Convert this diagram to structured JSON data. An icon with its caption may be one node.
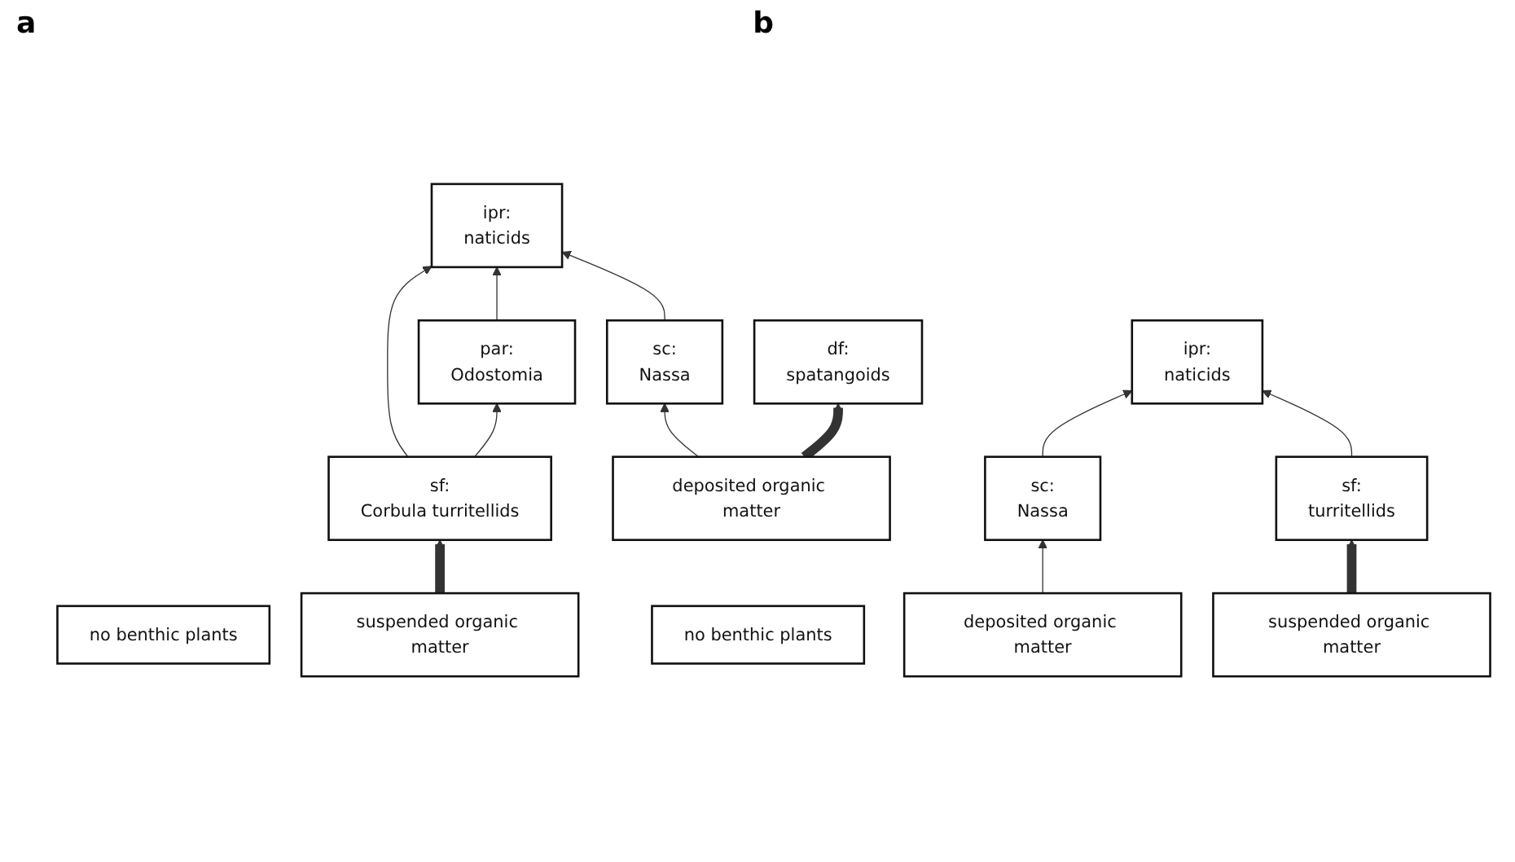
{
  "diagram": {
    "nodes": [
      {
        "text": [
          "ipr:",
          "naticids"
        ]
      },
      {
        "text": [
          "sc:",
          "Nassa"
        ]
      },
      {
        "text": [
          "par:",
          "Odostomia"
        ]
      },
      {
        "text": [
          "df:",
          "spatangoids"
        ]
      },
      {
        "text": [
          "sf:",
          "Corbula turritellids"
        ]
      },
      {
        "text": [
          "no benthic plants"
        ]
      },
      {
        "text": [
          "deposited organic matter"
        ]
      },
      {
        "text": [
          "suspended organic matter"
        ]
      },
      {
        "text": [
          "ipr:",
          "naticids"
        ]
      },
      {
        "text": [
          "sc:",
          "Nassa"
        ]
      },
      {
        "text": [
          "sf:",
          "turritellids"
        ]
      },
      {
        "text": [
          "no benthic plants"
        ]
      },
      {
        "text": [
          "deposited organic matter"
        ]
      },
      {
        "text": [
          "suspended organic matter"
        ]
      }
    ],
    "edges": [
      {
        "from": 1,
        "to": 0,
        "arrow": "to"
      },
      {
        "from": 4,
        "to": 0,
        "arrow": "to"
      },
      {
        "from": 2,
        "to": 0,
        "arrow": "to"
      },
      {
        "from": 6,
        "to": 1,
        "arrow": "to"
      },
      {
        "from": 4,
        "to": 2,
        "arrow": "to"
      },
      {
        "from": 6,
        "to": 3,
        "arrow": "to",
        "style": "thick"
      },
      {
        "from": 7,
        "to": 4,
        "arrow": "to",
        "style": "thick"
      },
      {
        "from": 9,
        "to": 8,
        "arrow": "to"
      },
      {
        "from": 10,
        "to": 8,
        "arrow": "to"
      },
      {
        "from": 12,
        "to": 9,
        "arrow": "to"
      },
      {
        "from": 13,
        "to": 10,
        "arrow": "to",
        "style": "thick"
      }
    ],
    "labels": [
      "a",
      "b"
    ]
  }
}
